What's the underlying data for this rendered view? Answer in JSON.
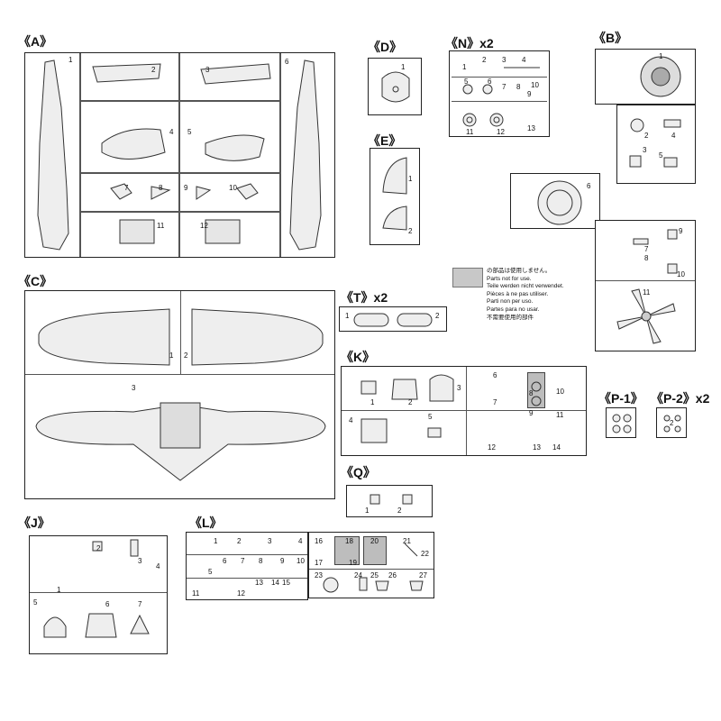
{
  "groups": {
    "A": "《A》",
    "B": "《B》",
    "C": "《C》",
    "D": "《D》",
    "E": "《E》",
    "N": "《N》x2",
    "T": "《T》x2",
    "K": "《K》",
    "Q": "《Q》",
    "J": "《J》",
    "L": "《L》",
    "P1": "《P-1》",
    "P2": "《P-2》x2"
  },
  "legend": [
    "の部品は使用しません。",
    "Parts not for use.",
    "Teile werden nicht verwendet.",
    "Pièces à ne pas utiliser.",
    "Parti non per uso.",
    "Partes para no usar.",
    "不需要使用的部件"
  ],
  "nums": {
    "A": [
      "1",
      "2",
      "3",
      "4",
      "5",
      "6",
      "7",
      "8",
      "9",
      "10",
      "11",
      "12"
    ],
    "B": [
      "1",
      "2",
      "3",
      "4",
      "5",
      "6",
      "7",
      "8",
      "9",
      "10",
      "11"
    ],
    "C": [
      "1",
      "2",
      "3"
    ],
    "D": [
      "1"
    ],
    "E": [
      "1",
      "2"
    ],
    "N": [
      "1",
      "2",
      "3",
      "4",
      "5",
      "6",
      "7",
      "8",
      "9",
      "10",
      "11",
      "12",
      "13"
    ],
    "T": [
      "1",
      "2"
    ],
    "K": [
      "1",
      "2",
      "3",
      "4",
      "5",
      "6",
      "7",
      "8",
      "9",
      "10",
      "11",
      "12",
      "13",
      "14"
    ],
    "Q": [
      "1",
      "2"
    ],
    "J": [
      "1",
      "2",
      "3",
      "4",
      "5",
      "6",
      "7"
    ],
    "L": [
      "1",
      "2",
      "3",
      "4",
      "5",
      "6",
      "7",
      "8",
      "9",
      "10",
      "11",
      "12",
      "13",
      "14",
      "15",
      "16",
      "17",
      "18",
      "19",
      "20",
      "21",
      "22",
      "23",
      "24",
      "25",
      "26",
      "27"
    ],
    "P2": [
      "2"
    ]
  },
  "colors": {
    "unused_part": "#bdbdbd",
    "line": "#222222"
  }
}
